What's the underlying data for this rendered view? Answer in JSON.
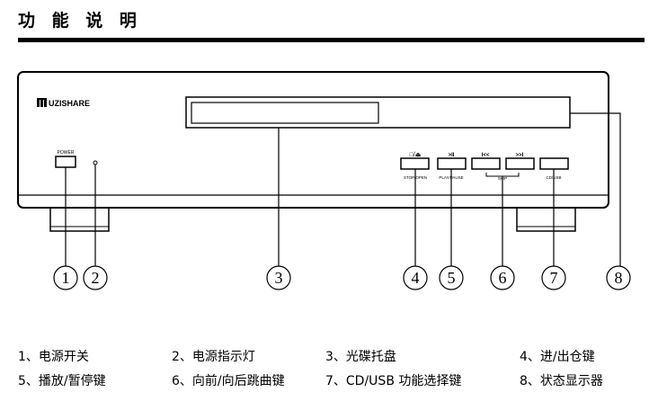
{
  "page": {
    "title": "功 能 说 明"
  },
  "device": {
    "brand": "UZISHARE",
    "buttons": {
      "power": "POWER",
      "stop_open_icon": "□/⏏",
      "play_pause_icon": ">II",
      "prev_icon": "I<<",
      "next_icon": ">>I",
      "stop_open": "STOP/OPEN",
      "play_pause": "PLAY/PAUSE",
      "skip": "SKIP",
      "cd_usb": "CD/USB"
    }
  },
  "callouts": [
    "1",
    "2",
    "3",
    "4",
    "5",
    "6",
    "7",
    "8"
  ],
  "legend": [
    "1、电源开关",
    "2、电源指示灯",
    "3、光碟托盘",
    "4、进/出仓键",
    "5、播放/暂停键",
    "6、向前/向后跳曲键",
    "7、CD/USB 功能选择键",
    "8、状态显示器"
  ]
}
